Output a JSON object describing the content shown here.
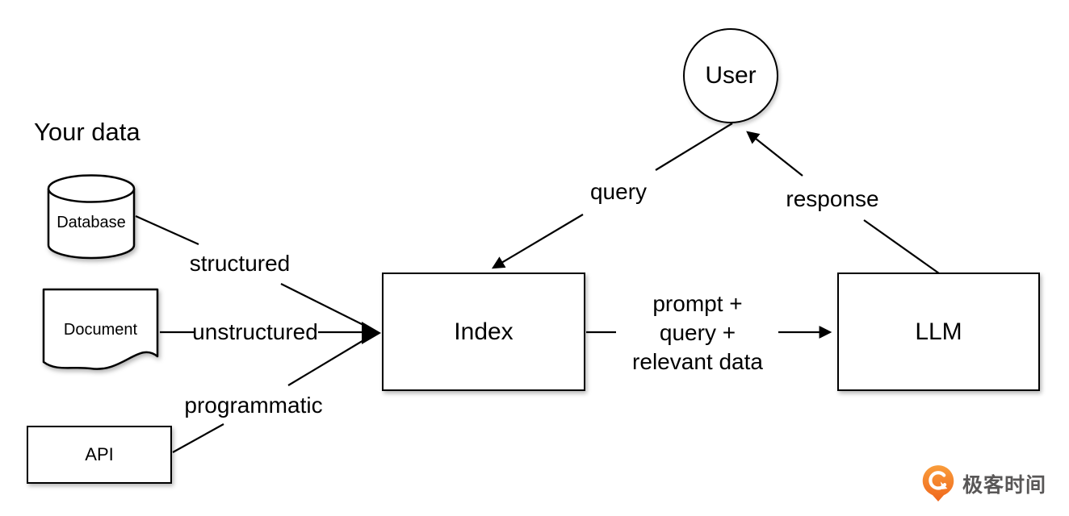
{
  "title": "Your data",
  "nodes": {
    "user": {
      "label": "User"
    },
    "database": {
      "label": "Database"
    },
    "document": {
      "label": "Document"
    },
    "api": {
      "label": "API"
    },
    "index": {
      "label": "Index"
    },
    "llm": {
      "label": "LLM"
    }
  },
  "edges": {
    "structured": "structured",
    "unstructured": "unstructured",
    "programmatic": "programmatic",
    "query": "query",
    "response": "response",
    "prompt_lines": [
      "prompt +",
      "query +",
      "relevant data"
    ]
  },
  "logo": {
    "text": "极客时间",
    "icon": "geektime-pin-icon"
  },
  "colors": {
    "stroke": "#000000",
    "fill": "#ffffff",
    "logo_orange": "#F3702B",
    "logo_orange_light": "#F99D3B",
    "logo_text_gray": "#595757"
  }
}
